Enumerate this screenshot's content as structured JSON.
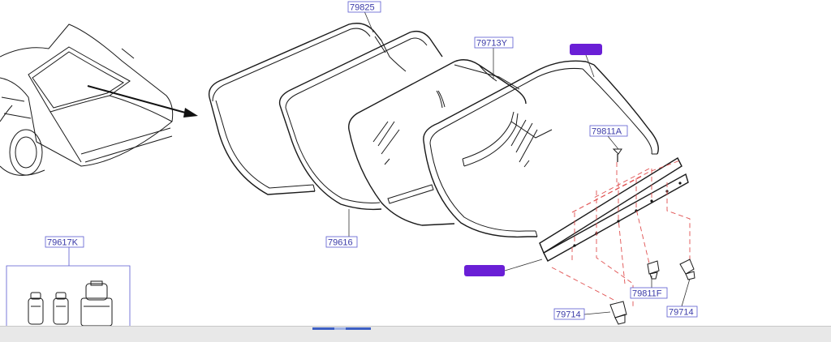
{
  "diagram": {
    "labels": {
      "p79825": "79825",
      "p79713y": "79713Y",
      "p79616": "79616",
      "p79617k": "79617K",
      "p79811a": "79811A",
      "p79811f": "79811F",
      "p79714_left": "79714",
      "p79714_right": "79714"
    },
    "colors": {
      "label_text": "#3a3aa8",
      "redaction": "#6a1fd6",
      "dashed_guides": "#e05050",
      "line_art": "#1a1a1a",
      "scrollbar_thumb": "#3d5fc4"
    },
    "icons": [
      "car-rear-icon",
      "pointer-arrow-icon",
      "clip-icon",
      "bottle-icon"
    ]
  }
}
